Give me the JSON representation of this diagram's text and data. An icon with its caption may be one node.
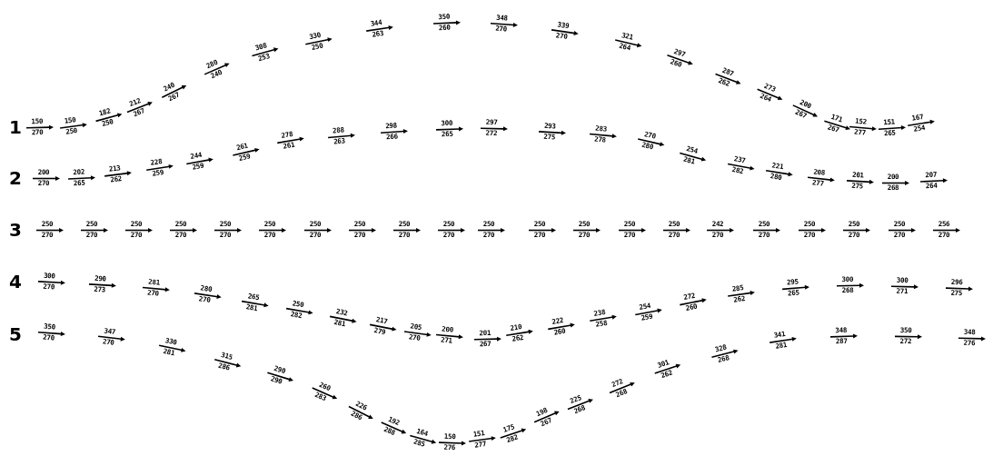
{
  "diagram": {
    "nodes": [
      {
        "text": [
          "150",
          "270"
        ]
      },
      {
        "text": [
          "150",
          "250"
        ]
      },
      {
        "text": [
          "182",
          "250"
        ]
      },
      {
        "text": [
          "212",
          "267"
        ]
      },
      {
        "text": [
          "240",
          "267"
        ]
      },
      {
        "text": [
          "280",
          "240"
        ]
      },
      {
        "text": [
          "308",
          "253"
        ]
      },
      {
        "text": [
          "330",
          "250"
        ]
      },
      {
        "text": [
          "344",
          "263"
        ]
      },
      {
        "text": [
          "350",
          "260"
        ]
      },
      {
        "text": [
          "348",
          "270"
        ]
      },
      {
        "text": [
          "339",
          "270"
        ]
      },
      {
        "text": [
          "321",
          "264"
        ]
      },
      {
        "text": [
          "297",
          "260"
        ]
      },
      {
        "text": [
          "287",
          "262"
        ]
      },
      {
        "text": [
          "273",
          "264"
        ]
      },
      {
        "text": [
          "200",
          "267"
        ]
      },
      {
        "text": [
          "171",
          "267"
        ]
      },
      {
        "text": [
          "152",
          "277"
        ]
      },
      {
        "text": [
          "151",
          "265"
        ]
      },
      {
        "text": [
          "167",
          "254"
        ]
      },
      {
        "text": [
          "200",
          "270"
        ]
      },
      {
        "text": [
          "202",
          "265"
        ]
      },
      {
        "text": [
          "213",
          "262"
        ]
      },
      {
        "text": [
          "228",
          "259"
        ]
      },
      {
        "text": [
          "244",
          "259"
        ]
      },
      {
        "text": [
          "261",
          "259"
        ]
      },
      {
        "text": [
          "278",
          "261"
        ]
      },
      {
        "text": [
          "288",
          "263"
        ]
      },
      {
        "text": [
          "298",
          "266"
        ]
      },
      {
        "text": [
          "300",
          "265"
        ]
      },
      {
        "text": [
          "297",
          "272"
        ]
      },
      {
        "text": [
          "293",
          "275"
        ]
      },
      {
        "text": [
          "283",
          "278"
        ]
      },
      {
        "text": [
          "270",
          "280"
        ]
      },
      {
        "text": [
          "254",
          "281"
        ]
      },
      {
        "text": [
          "237",
          "282"
        ]
      },
      {
        "text": [
          "221",
          "280"
        ]
      },
      {
        "text": [
          "208",
          "277"
        ]
      },
      {
        "text": [
          "201",
          "275"
        ]
      },
      {
        "text": [
          "200",
          "268"
        ]
      },
      {
        "text": [
          "207",
          "264"
        ]
      },
      {
        "text": [
          "250",
          "270"
        ]
      },
      {
        "text": [
          "250",
          "270"
        ]
      },
      {
        "text": [
          "250",
          "270"
        ]
      },
      {
        "text": [
          "250",
          "270"
        ]
      },
      {
        "text": [
          "250",
          "270"
        ]
      },
      {
        "text": [
          "250",
          "270"
        ]
      },
      {
        "text": [
          "250",
          "270"
        ]
      },
      {
        "text": [
          "250",
          "270"
        ]
      },
      {
        "text": [
          "250",
          "270"
        ]
      },
      {
        "text": [
          "250",
          "270"
        ]
      },
      {
        "text": [
          "250",
          "270"
        ]
      },
      {
        "text": [
          "250",
          "270"
        ]
      },
      {
        "text": [
          "250",
          "270"
        ]
      },
      {
        "text": [
          "250",
          "270"
        ]
      },
      {
        "text": [
          "250",
          "270"
        ]
      },
      {
        "text": [
          "242",
          "270"
        ]
      },
      {
        "text": [
          "250",
          "270"
        ]
      },
      {
        "text": [
          "250",
          "270"
        ]
      },
      {
        "text": [
          "250",
          "270"
        ]
      },
      {
        "text": [
          "250",
          "270"
        ]
      },
      {
        "text": [
          "256",
          "270"
        ]
      },
      {
        "text": [
          "300",
          "270"
        ]
      },
      {
        "text": [
          "290",
          "273"
        ]
      },
      {
        "text": [
          "281",
          "270"
        ]
      },
      {
        "text": [
          "280",
          "270"
        ]
      },
      {
        "text": [
          "265",
          "281"
        ]
      },
      {
        "text": [
          "250",
          "282"
        ]
      },
      {
        "text": [
          "232",
          "281"
        ]
      },
      {
        "text": [
          "217",
          "279"
        ]
      },
      {
        "text": [
          "205",
          "270"
        ]
      },
      {
        "text": [
          "200",
          "271"
        ]
      },
      {
        "text": [
          "201",
          "267"
        ]
      },
      {
        "text": [
          "210",
          "262"
        ]
      },
      {
        "text": [
          "222",
          "260"
        ]
      },
      {
        "text": [
          "238",
          "258"
        ]
      },
      {
        "text": [
          "254",
          "259"
        ]
      },
      {
        "text": [
          "272",
          "260"
        ]
      },
      {
        "text": [
          "285",
          "262"
        ]
      },
      {
        "text": [
          "295",
          "265"
        ]
      },
      {
        "text": [
          "300",
          "268"
        ]
      },
      {
        "text": [
          "300",
          "271"
        ]
      },
      {
        "text": [
          "296",
          "275"
        ]
      },
      {
        "text": [
          "350",
          "270"
        ]
      },
      {
        "text": [
          "347",
          "270"
        ]
      },
      {
        "text": [
          "330",
          "281"
        ]
      },
      {
        "text": [
          "315",
          "286"
        ]
      },
      {
        "text": [
          "290",
          "290"
        ]
      },
      {
        "text": [
          "260",
          "283"
        ]
      },
      {
        "text": [
          "226",
          "286"
        ]
      },
      {
        "text": [
          "192",
          "288"
        ]
      },
      {
        "text": [
          "164",
          "285"
        ]
      },
      {
        "text": [
          "150",
          "276"
        ]
      },
      {
        "text": [
          "151",
          "277"
        ]
      },
      {
        "text": [
          "175",
          "282"
        ]
      },
      {
        "text": [
          "198",
          "267"
        ]
      },
      {
        "text": [
          "225",
          "268"
        ]
      },
      {
        "text": [
          "272",
          "268"
        ]
      },
      {
        "text": [
          "301",
          "262"
        ]
      },
      {
        "text": [
          "328",
          "268"
        ]
      },
      {
        "text": [
          "341",
          "281"
        ]
      },
      {
        "text": [
          "348",
          "287"
        ]
      },
      {
        "text": [
          "350",
          "272"
        ]
      },
      {
        "text": [
          "348",
          "276"
        ]
      }
    ],
    "labels": [
      "1",
      "2",
      "3",
      "4",
      "5"
    ]
  }
}
